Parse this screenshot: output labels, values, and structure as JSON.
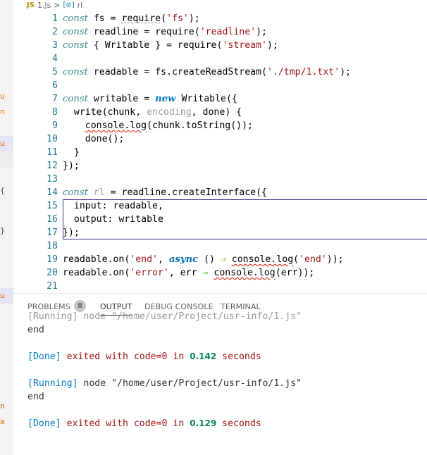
{
  "breadcrumb": {
    "lang_badge": "JS",
    "file": "1.js",
    "separator": ">",
    "symbol_icon": "[⊘]",
    "symbol": "rl"
  },
  "editor": {
    "lines": [
      {
        "n": "1",
        "tokens": [
          {
            "t": "const",
            "c": "kw"
          },
          {
            "t": " fs = "
          },
          {
            "t": "require",
            "c": "dotund"
          },
          {
            "t": "("
          },
          {
            "t": "'fs'",
            "c": "str"
          },
          {
            "t": ");"
          }
        ]
      },
      {
        "n": "2",
        "tokens": [
          {
            "t": "const",
            "c": "kw"
          },
          {
            "t": " readline = require("
          },
          {
            "t": "'readline'",
            "c": "str"
          },
          {
            "t": ");"
          }
        ]
      },
      {
        "n": "3",
        "tokens": [
          {
            "t": "const",
            "c": "kw"
          },
          {
            "t": " { Writable } = require("
          },
          {
            "t": "'stream'",
            "c": "str"
          },
          {
            "t": ");"
          }
        ]
      },
      {
        "n": "4",
        "tokens": []
      },
      {
        "n": "5",
        "tokens": [
          {
            "t": "const",
            "c": "kw"
          },
          {
            "t": " readable = fs.createReadStream("
          },
          {
            "t": "'./tmp/1.txt'",
            "c": "str"
          },
          {
            "t": ");"
          }
        ]
      },
      {
        "n": "6",
        "tokens": []
      },
      {
        "n": "7",
        "tokens": [
          {
            "t": "const",
            "c": "kw"
          },
          {
            "t": " writable = "
          },
          {
            "t": "new",
            "c": "kw2"
          },
          {
            "t": " Writable({"
          }
        ]
      },
      {
        "n": "8",
        "tokens": [
          {
            "t": "  write(chunk, "
          },
          {
            "t": "encoding",
            "c": "param"
          },
          {
            "t": ", done) {"
          }
        ]
      },
      {
        "n": "9",
        "tokens": [
          {
            "t": "    "
          },
          {
            "t": "console.log",
            "c": "squig"
          },
          {
            "t": "(chunk.toString());"
          }
        ]
      },
      {
        "n": "10",
        "tokens": [
          {
            "t": "    done();"
          }
        ]
      },
      {
        "n": "11",
        "tokens": [
          {
            "t": "  }"
          }
        ]
      },
      {
        "n": "12",
        "tokens": [
          {
            "t": "});"
          }
        ]
      },
      {
        "n": "13",
        "tokens": []
      },
      {
        "n": "14",
        "tokens": [
          {
            "t": "const",
            "c": "kw"
          },
          {
            "t": " "
          },
          {
            "t": "rl",
            "c": "param"
          },
          {
            "t": " = readline.createInterface({"
          }
        ]
      },
      {
        "n": "15",
        "tokens": [
          {
            "t": "  input: readable,"
          }
        ]
      },
      {
        "n": "16",
        "tokens": [
          {
            "t": "  output: writable"
          }
        ]
      },
      {
        "n": "17",
        "tokens": [
          {
            "t": "});"
          }
        ]
      },
      {
        "n": "18",
        "tokens": []
      },
      {
        "n": "19",
        "tokens": [
          {
            "t": "readable.on("
          },
          {
            "t": "'end'",
            "c": "str"
          },
          {
            "t": ", "
          },
          {
            "t": "async",
            "c": "kw2"
          },
          {
            "t": " () "
          },
          {
            "t": "⇒",
            "c": "arrow"
          },
          {
            "t": " "
          },
          {
            "t": "console.log",
            "c": "squig"
          },
          {
            "t": "("
          },
          {
            "t": "'end'",
            "c": "str"
          },
          {
            "t": "));"
          }
        ]
      },
      {
        "n": "20",
        "tokens": [
          {
            "t": "readable.on("
          },
          {
            "t": "'error'",
            "c": "str"
          },
          {
            "t": ", err "
          },
          {
            "t": "⇒",
            "c": "arrow"
          },
          {
            "t": " "
          },
          {
            "t": "console.log",
            "c": "squig"
          },
          {
            "t": "(err));"
          }
        ]
      },
      {
        "n": "21",
        "tokens": []
      }
    ]
  },
  "panel": {
    "tabs": [
      {
        "label": "PROBLEMS",
        "active": false
      },
      {
        "label": "OUTPUT",
        "active": true
      },
      {
        "label": "DEBUG CONSOLE",
        "active": false
      },
      {
        "label": "TERMINAL",
        "active": false
      }
    ],
    "problems_count": "8"
  },
  "output": {
    "partial_top": "[Running] node \"/home/user/Project/usr-info/1.js\"",
    "line_end1": "end",
    "done1_prefix": "[Done]",
    "done1_mid": " exited with code=0 in ",
    "done1_time": "0.142",
    "done1_suffix": " seconds",
    "running": "[Running]",
    "running_cmd": " node \"/home/user/Project/usr-info/1.js\"",
    "line_end2": "end",
    "done2_prefix": "[Done]",
    "done2_mid": " exited with code=0 in ",
    "done2_time": "0.129",
    "done2_suffix": " seconds"
  },
  "colors": {
    "accent": "#007acc",
    "selection_border": "#4b2a8b"
  }
}
